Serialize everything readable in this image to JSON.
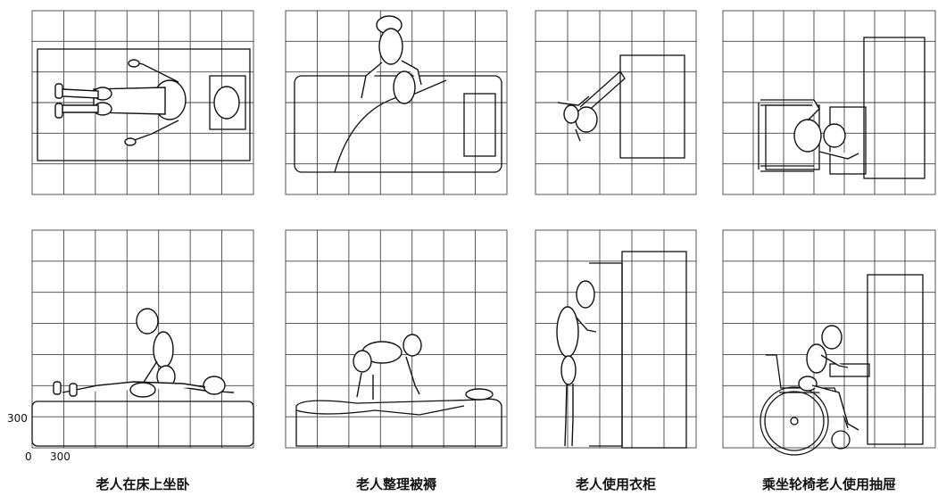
{
  "scale": {
    "label_300_vertical": "300",
    "label_0": "0",
    "label_300_horizontal": "300"
  },
  "captions": [
    "老人在床上坐卧",
    "老人整理被褥",
    "老人使用衣柜",
    "乘坐轮椅老人使用抽屉"
  ]
}
